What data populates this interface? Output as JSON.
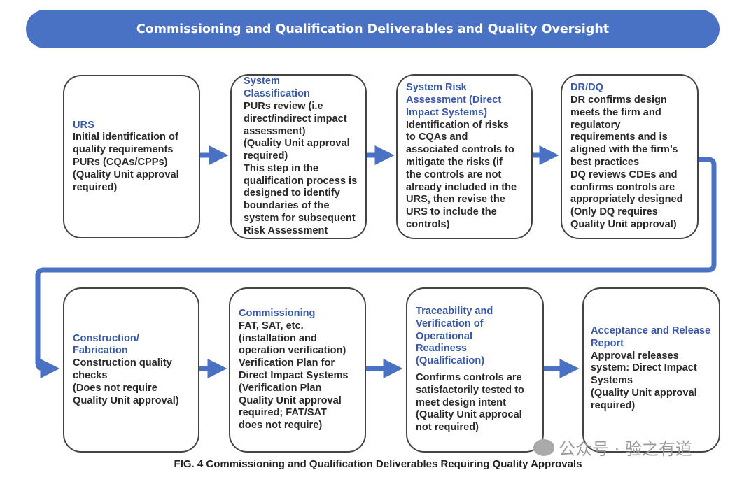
{
  "title": "Commissioning and Qualification Deliverables and Quality Oversight",
  "accent_color": "#4a72c4",
  "steps": [
    {
      "title": "URS",
      "body": "Initial identification of\nquality requirements\nPURs (CQAs/CPPs)\n(Quality Unit approval\nrequired)"
    },
    {
      "title": "System\nClassification",
      "body": "PURs review (i.e\ndirect/indirect impact\nassessment)\n(Quality Unit approval\nrequired)\nThis step in the\nqualification process is\ndesigned to identify\nboundaries of the\nsystem for subsequent\nRisk Assessment"
    },
    {
      "title": "System Risk\nAssessment (Direct\nImpact Systems)",
      "body": "Identification of risks\nto CQAs and\nassociated controls to\nmitigate the risks (if\nthe controls are not\nalready included in the\nURS, then revise the\nURS to include the\ncontrols)"
    },
    {
      "title": "DR/DQ",
      "body": "DR confirms design\nmeets the firm and\nregulatory\nrequirements and is\naligned with the firm’s\nbest practices\nDQ reviews CDEs and\nconfirms controls are\nappropriately designed\n(Only DQ requires\nQuality Unit approval)"
    },
    {
      "title": "Construction/\nFabrication",
      "body": "Construction quality\nchecks\n(Does not require\nQuality Unit approval)"
    },
    {
      "title": "Commissioning",
      "body": "FAT, SAT, etc.\n(installation and\noperation verification)\nVerification Plan for\nDirect Impact Systems\n(Verification Plan\nQuality Unit approval\nrequired; FAT/SAT\ndoes not require)"
    },
    {
      "title": "Traceability and\nVerification of\nOperational\nReadiness\n(Qualification)",
      "body": "Confirms controls are\nsatisfactorily tested to\nmeet design intent\n(Quality Unit approcal\nnot required)"
    },
    {
      "title": "Acceptance and Release\nReport",
      "body": "Approval releases\nsystem: Direct Impact\nSystems\n(Quality Unit approval\nrequired)"
    }
  ],
  "caption": "FIG. 4 Commissioning and Qualification Deliverables Requiring Quality Approvals",
  "watermark": "公众号 · 验之有道"
}
